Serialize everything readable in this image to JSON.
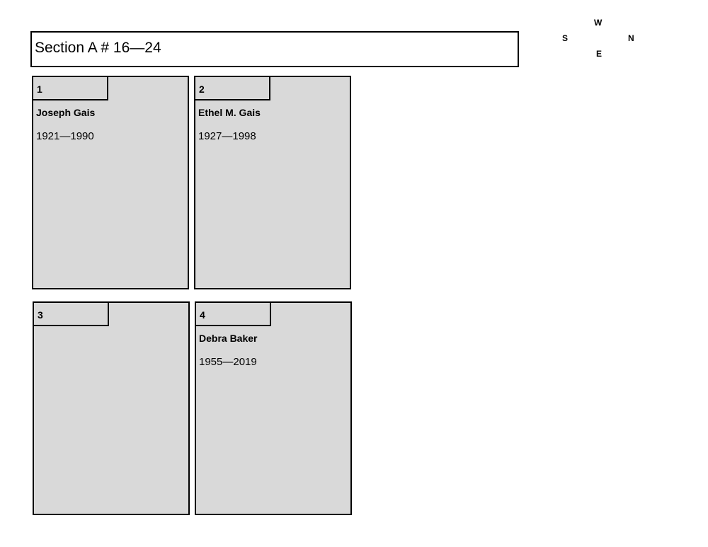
{
  "section": {
    "title": "Section A # 16—24"
  },
  "compass": {
    "top": "W",
    "left": "S",
    "right": "N",
    "bottom": "E"
  },
  "plots": [
    {
      "number": "1",
      "name": "Joseph Gais",
      "years": "1921—1990"
    },
    {
      "number": "2",
      "name": "Ethel M. Gais",
      "years": "1927—1998"
    },
    {
      "number": "3",
      "name": "",
      "years": ""
    },
    {
      "number": "4",
      "name": "Debra Baker",
      "years": "1955—2019"
    }
  ],
  "colors": {
    "plot_fill": "#d9d9d9",
    "border": "#000000",
    "background": "#ffffff"
  }
}
